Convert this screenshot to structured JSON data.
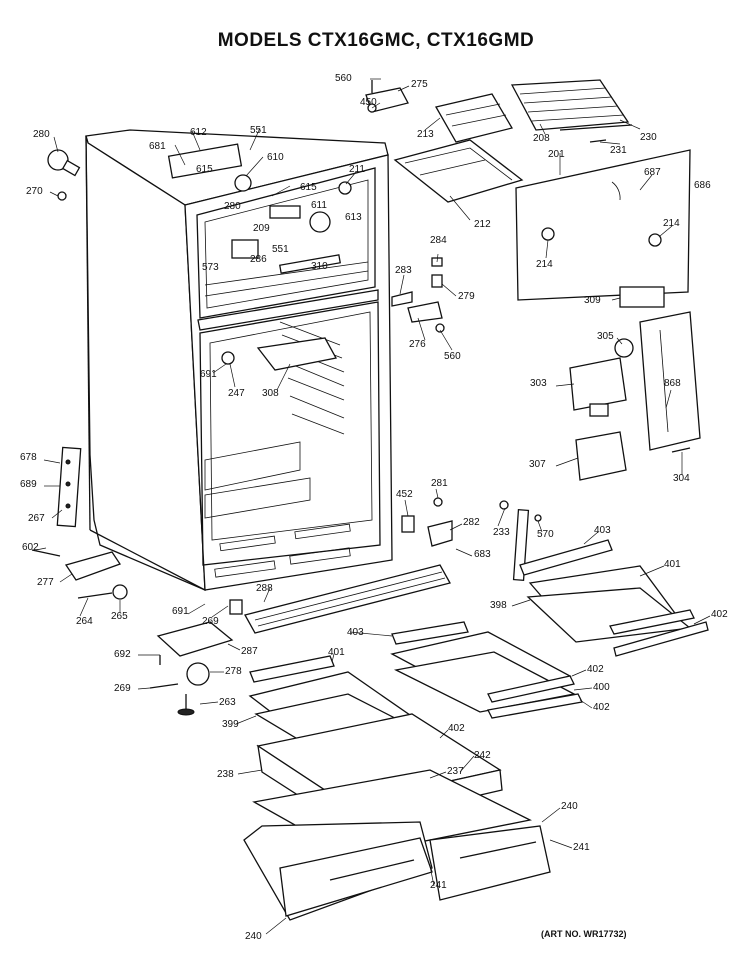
{
  "title": "MODELS CTX16GMC, CTX16GMD",
  "art_no": "(ART NO. WR17732)",
  "callouts": [
    {
      "id": "c-560a",
      "text": "560"
    },
    {
      "id": "c-275",
      "text": "275"
    },
    {
      "id": "c-450",
      "text": "450"
    },
    {
      "id": "c-213",
      "text": "213"
    },
    {
      "id": "c-208",
      "text": "208"
    },
    {
      "id": "c-230",
      "text": "230"
    },
    {
      "id": "c-231",
      "text": "231"
    },
    {
      "id": "c-201",
      "text": "201"
    },
    {
      "id": "c-687",
      "text": "687"
    },
    {
      "id": "c-686",
      "text": "686"
    },
    {
      "id": "c-280a",
      "text": "280"
    },
    {
      "id": "c-270",
      "text": "270"
    },
    {
      "id": "c-612",
      "text": "612"
    },
    {
      "id": "c-551a",
      "text": "551"
    },
    {
      "id": "c-681",
      "text": "681"
    },
    {
      "id": "c-610",
      "text": "610"
    },
    {
      "id": "c-615a",
      "text": "615"
    },
    {
      "id": "c-211",
      "text": "211"
    },
    {
      "id": "c-615b",
      "text": "615"
    },
    {
      "id": "c-611",
      "text": "611"
    },
    {
      "id": "c-280b",
      "text": "280"
    },
    {
      "id": "c-209",
      "text": "209"
    },
    {
      "id": "c-613",
      "text": "613"
    },
    {
      "id": "c-212",
      "text": "212"
    },
    {
      "id": "c-214a",
      "text": "214"
    },
    {
      "id": "c-214b",
      "text": "214"
    },
    {
      "id": "c-551b",
      "text": "551"
    },
    {
      "id": "c-573",
      "text": "573"
    },
    {
      "id": "c-286",
      "text": "286"
    },
    {
      "id": "c-310",
      "text": "310"
    },
    {
      "id": "c-284",
      "text": "284"
    },
    {
      "id": "c-283",
      "text": "283"
    },
    {
      "id": "c-279",
      "text": "279"
    },
    {
      "id": "c-309",
      "text": "309"
    },
    {
      "id": "c-276",
      "text": "276"
    },
    {
      "id": "c-560b",
      "text": "560"
    },
    {
      "id": "c-305",
      "text": "305"
    },
    {
      "id": "c-691a",
      "text": "691"
    },
    {
      "id": "c-247",
      "text": "247"
    },
    {
      "id": "c-308",
      "text": "308"
    },
    {
      "id": "c-303",
      "text": "303"
    },
    {
      "id": "c-868",
      "text": "868"
    },
    {
      "id": "c-678",
      "text": "678"
    },
    {
      "id": "c-689",
      "text": "689"
    },
    {
      "id": "c-307",
      "text": "307"
    },
    {
      "id": "c-304",
      "text": "304"
    },
    {
      "id": "c-281",
      "text": "281"
    },
    {
      "id": "c-267",
      "text": "267"
    },
    {
      "id": "c-452",
      "text": "452"
    },
    {
      "id": "c-282",
      "text": "282"
    },
    {
      "id": "c-233",
      "text": "233"
    },
    {
      "id": "c-570",
      "text": "570"
    },
    {
      "id": "c-403a",
      "text": "403"
    },
    {
      "id": "c-602",
      "text": "602"
    },
    {
      "id": "c-683",
      "text": "683"
    },
    {
      "id": "c-401a",
      "text": "401"
    },
    {
      "id": "c-277",
      "text": "277"
    },
    {
      "id": "c-288",
      "text": "288"
    },
    {
      "id": "c-398",
      "text": "398"
    },
    {
      "id": "c-402a",
      "text": "402"
    },
    {
      "id": "c-264",
      "text": "264"
    },
    {
      "id": "c-265",
      "text": "265"
    },
    {
      "id": "c-691b",
      "text": "691"
    },
    {
      "id": "c-269a",
      "text": "269"
    },
    {
      "id": "c-403b",
      "text": "403"
    },
    {
      "id": "c-692",
      "text": "692"
    },
    {
      "id": "c-287",
      "text": "287"
    },
    {
      "id": "c-401b",
      "text": "401"
    },
    {
      "id": "c-278",
      "text": "278"
    },
    {
      "id": "c-402b",
      "text": "402"
    },
    {
      "id": "c-269b",
      "text": "269"
    },
    {
      "id": "c-400",
      "text": "400"
    },
    {
      "id": "c-263",
      "text": "263"
    },
    {
      "id": "c-402c",
      "text": "402"
    },
    {
      "id": "c-399",
      "text": "399"
    },
    {
      "id": "c-402d",
      "text": "402"
    },
    {
      "id": "c-242",
      "text": "242"
    },
    {
      "id": "c-238",
      "text": "238"
    },
    {
      "id": "c-237",
      "text": "237"
    },
    {
      "id": "c-240a",
      "text": "240"
    },
    {
      "id": "c-241a",
      "text": "241"
    },
    {
      "id": "c-241b",
      "text": "241"
    },
    {
      "id": "c-240b",
      "text": "240"
    }
  ]
}
